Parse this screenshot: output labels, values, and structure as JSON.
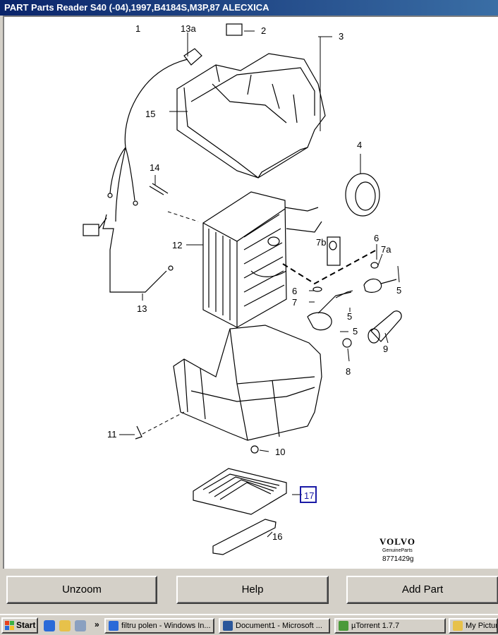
{
  "window": {
    "title": "PART Parts Reader S40 (-04),1997,B4184S,M3P,87 ALECXICA"
  },
  "diagram": {
    "part_labels": {
      "p1": "1",
      "p13a": "13a",
      "p2": "2",
      "p3": "3",
      "p15": "15",
      "p4": "4",
      "p14": "14",
      "p12": "12",
      "p6a": "6",
      "p7a": "7a",
      "p7b": "7b",
      "p5a": "5",
      "p6b": "6",
      "p7": "7",
      "p5b": "5",
      "p5c": "5",
      "p9": "9",
      "p8": "8",
      "p13": "13",
      "p11": "11",
      "p10": "10",
      "p17": "17",
      "p16": "16"
    },
    "selected_part": "17",
    "logo": {
      "brand": "VOLVO",
      "tagline": "GenuineParts",
      "code": "8771429g"
    }
  },
  "buttons": {
    "unzoom": "Unzoom",
    "help": "Help",
    "add_part": "Add Part"
  },
  "taskbar": {
    "start": "Start",
    "overflow": "»",
    "tasks": [
      "filtru polen - Windows In...",
      "Document1 - Microsoft ...",
      "µTorrent 1.7.7",
      "My Picture"
    ]
  },
  "colors": {
    "titlebar": "#0a246a",
    "highlight": "#1a1aa6",
    "chrome": "#d4d0c8"
  }
}
